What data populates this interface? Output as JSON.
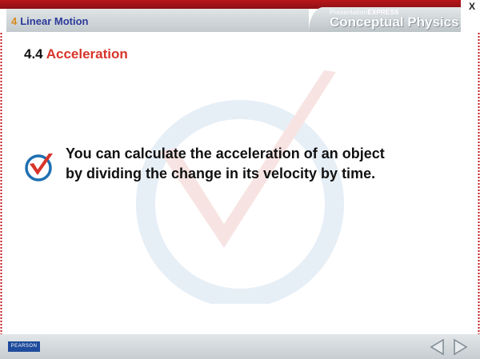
{
  "header": {
    "chapter_number": "4",
    "chapter_title": "Linear Motion",
    "brand_small_prefix": "Presentation",
    "brand_small_bold": "EXPRESS",
    "brand_title": "Conceptual Physics",
    "close_label": "X"
  },
  "slide": {
    "section_number": "4.4",
    "section_name": "Acceleration",
    "body": "You can calculate the acceleration of an object by dividing the change in its velocity by time."
  },
  "footer": {
    "publisher_logo": "PEARSON"
  },
  "icons": {
    "check": "checkmark-circle-icon",
    "prev": "previous-arrow-icon",
    "next": "next-arrow-icon"
  },
  "colors": {
    "top_stripe": "#b8161b",
    "chapter_text": "#2b3a9a",
    "chapter_number": "#d98a1a",
    "section_accent": "#d8342a",
    "check_red": "#d8342a",
    "check_blue": "#1f6fb2"
  }
}
